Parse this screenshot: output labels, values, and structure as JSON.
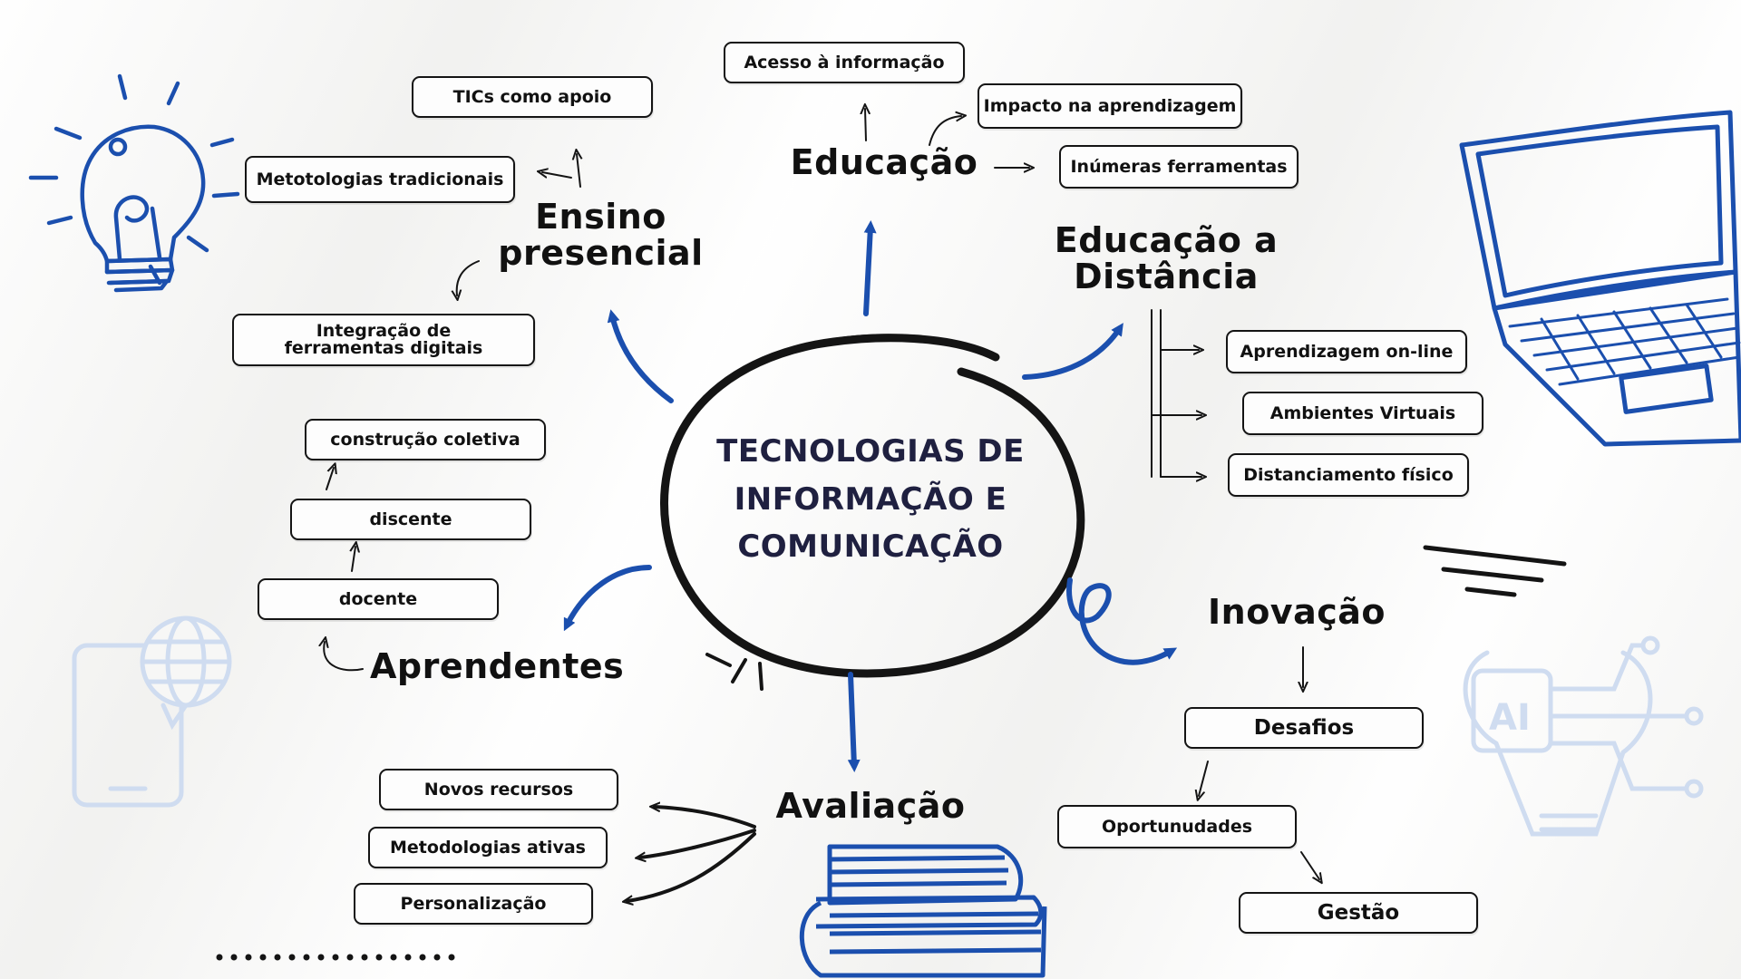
{
  "center": {
    "title": "TECNOLOGIAS DE INFORMAÇÃO E COMUNICAÇÃO"
  },
  "branches": {
    "educacao": {
      "title": "Educação",
      "items": [
        "Acesso à informação",
        "Impacto na aprendizagem",
        "Inúmeras ferramentas"
      ]
    },
    "ensino_presencial": {
      "title": "Ensino presencial",
      "items": [
        "TICs como apoio",
        "Metotologias tradicionais",
        "Integração de ferramentas digitais"
      ]
    },
    "ead": {
      "title": "Educação a Distância",
      "items": [
        "Aprendizagem on-line",
        "Ambientes Virtuais",
        "Distanciamento físico"
      ]
    },
    "aprendentes": {
      "title": "Aprendentes",
      "items": [
        "docente",
        "discente",
        "construção coletiva"
      ]
    },
    "inovacao": {
      "title": "Inovação",
      "items": [
        "Desafios",
        "Oportunudades",
        "Gestão"
      ]
    },
    "avaliacao": {
      "title": "Avaliação",
      "items": [
        "Novos recursos",
        "Metodologias ativas",
        "Personalização"
      ]
    }
  },
  "decorations": {
    "icons": [
      "lightbulb-icon",
      "laptop-icon",
      "books-icon",
      "smartphone-globe-icon",
      "ai-chip-icon"
    ],
    "colors": {
      "accent_blue": "#1b4fae",
      "ink": "#141414",
      "faint_blue": "#cfdcf0",
      "title_navy": "#1f2040"
    }
  }
}
